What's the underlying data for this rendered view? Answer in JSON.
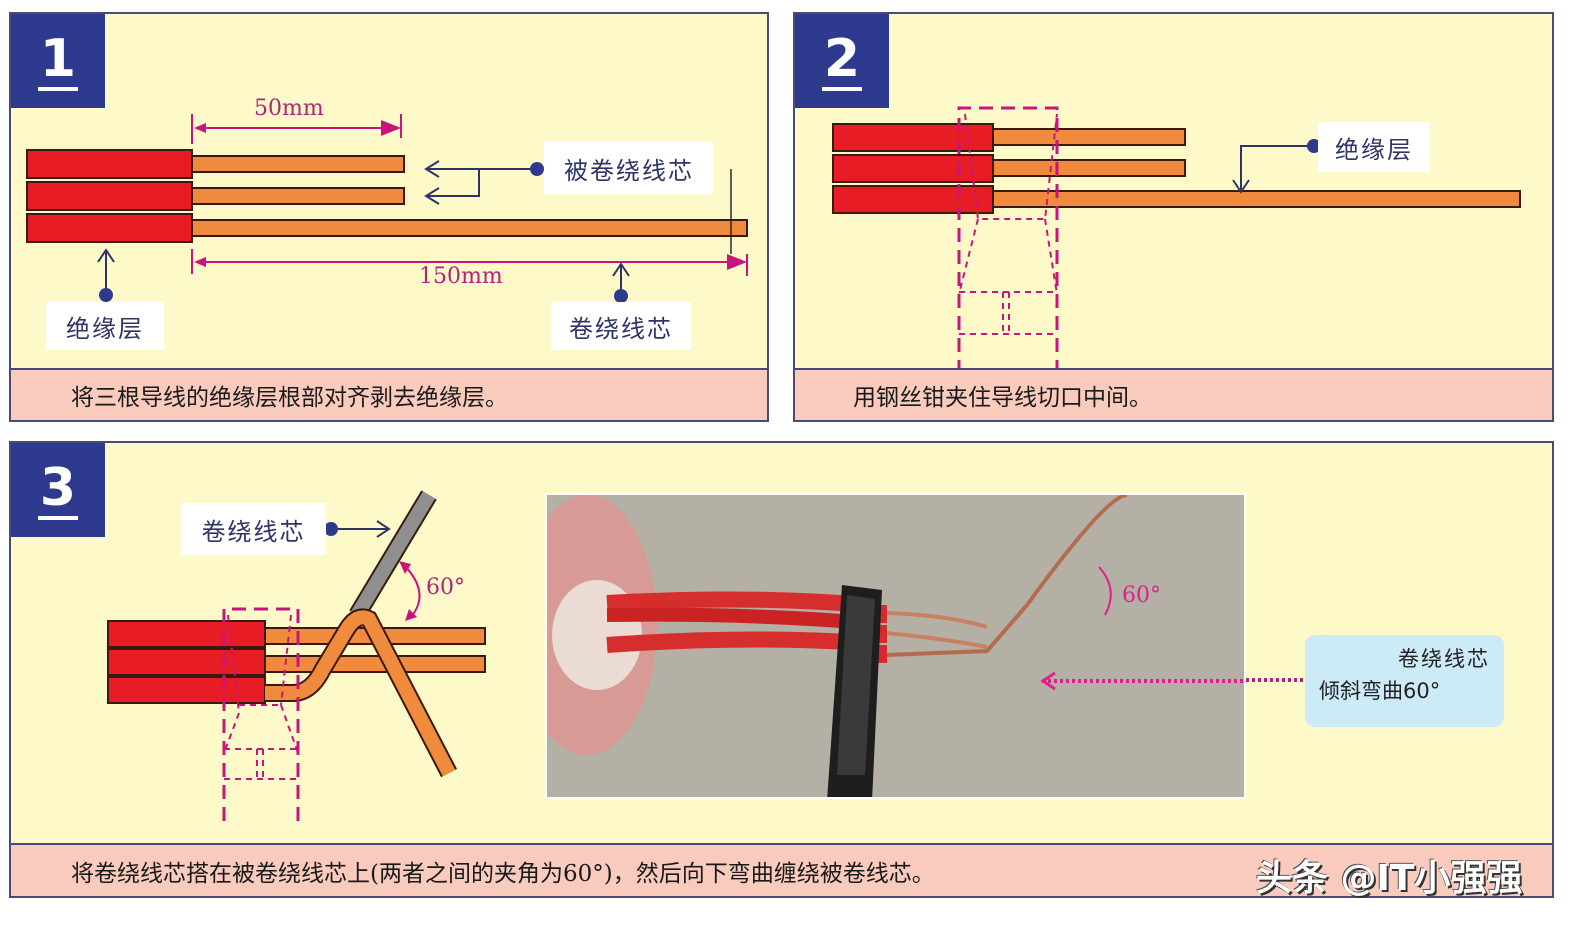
{
  "panels": [
    {
      "number": "1",
      "caption": "将三根导线的绝缘层根部对齐剥去绝缘层。",
      "labels": {
        "wound_core": "被卷绕线芯",
        "insulation": "绝缘层",
        "winding_core": "卷绕线芯"
      },
      "dimensions": {
        "short": "50mm",
        "long": "150mm"
      }
    },
    {
      "number": "2",
      "caption": "用钢丝钳夹住导线切口中间。",
      "labels": {
        "insulation": "绝缘层"
      }
    },
    {
      "number": "3",
      "caption": "将卷绕线芯搭在被卷绕线芯上(两者之间的夹角为60°)，然后向下弯曲缠绕被卷线芯。",
      "labels": {
        "winding_core": "卷绕线芯"
      },
      "angle": "60°",
      "photo_angle": "60°",
      "callout": {
        "line1": "卷绕线芯",
        "line2": "倾斜弯曲60°"
      }
    }
  ],
  "watermark": "头条 @IT小强强",
  "colors": {
    "panel_bg": "#fdf9c9",
    "badge": "#2e3a8e",
    "caption_bg": "#f9cbbd",
    "insulation_red": "#e81c24",
    "copper_orange": "#f08a3c",
    "dimension_magenta": "#c8157e",
    "callout_blue": "#cdebf7"
  }
}
